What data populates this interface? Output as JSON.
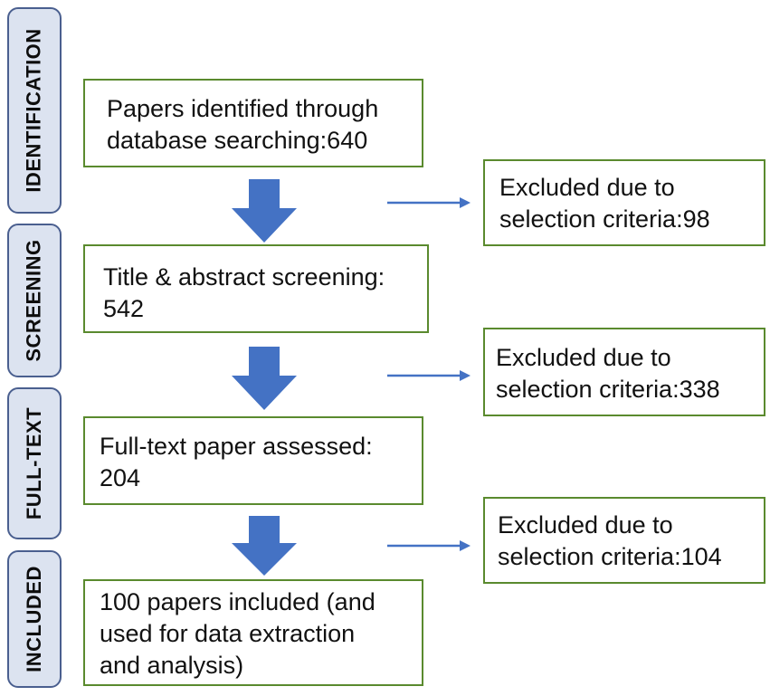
{
  "stages": [
    {
      "id": "identification",
      "label": "IDENTIFICATION"
    },
    {
      "id": "screening",
      "label": "SCREENING"
    },
    {
      "id": "full-text",
      "label": "FULL-TEXT"
    },
    {
      "id": "included",
      "label": "INCLUDED"
    }
  ],
  "boxes": {
    "identified": {
      "line1": "Papers identified through",
      "line2": "database searching:640"
    },
    "screening": {
      "line1": "Title & abstract screening:",
      "line2": "542"
    },
    "fulltext": {
      "line1": "Full-text paper assessed:",
      "line2": "204"
    },
    "included": {
      "line1": "100 papers included (and",
      "line2": "used for data extraction",
      "line3": "and analysis)"
    }
  },
  "exclusions": [
    {
      "line1": "Excluded due to",
      "line2": "selection criteria:98"
    },
    {
      "line1": "Excluded due to",
      "line2": "selection criteria:338"
    },
    {
      "line1": "Excluded due to",
      "line2": "selection criteria:104"
    }
  ],
  "colors": {
    "box_border": "#5a8a2e",
    "stage_fill": "#dce3f0",
    "stage_border": "#4a5f8f",
    "down_arrow": "#4472c4",
    "side_arrow": "#4472c4"
  }
}
